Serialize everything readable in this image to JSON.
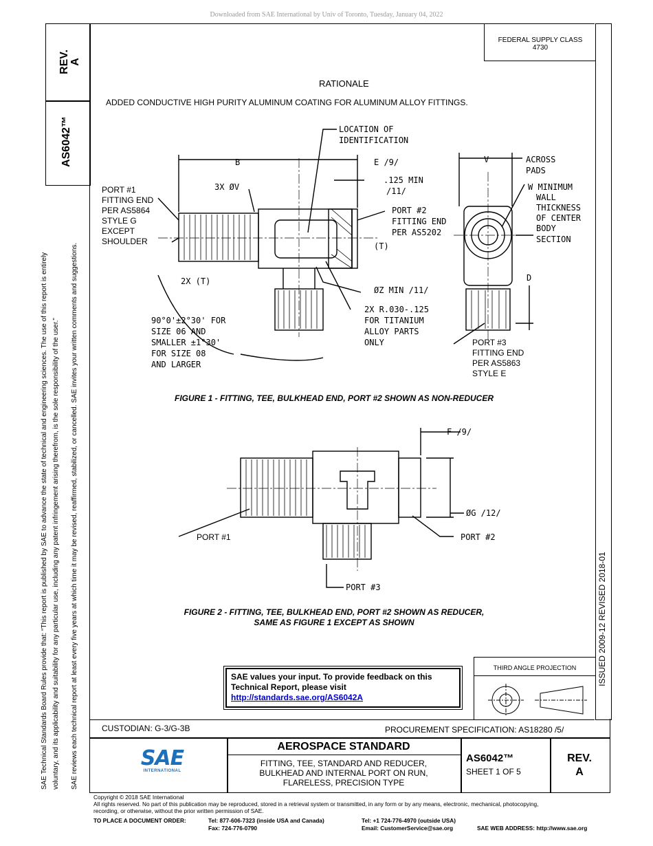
{
  "download_notice": "Downloaded from SAE International by Univ of Toronto, Tuesday, January 04, 2022",
  "side_tab": {
    "rev": "REV.",
    "rev_letter": "A",
    "doc_number": "AS6042™"
  },
  "left_notice": {
    "line1": "SAE Technical Standards Board Rules provide that: “This report is published by SAE to advance the state of technical and engineering sciences. The use of this report is entirely",
    "line2": "voluntary, and its applicability and suitability for any particular use, including any patent infringement arising therefrom, is the sole responsibility of the user.”",
    "line3": "SAE reviews each technical report at least every five years at which time it may be revised, reaffirmed, stabilized, or cancelled. SAE invites your written comments and suggestions."
  },
  "supply_class": {
    "line1": "FEDERAL SUPPLY CLASS",
    "line2": "4730"
  },
  "right_strip": "ISSUED 2009-12     REVISED 2018-01",
  "rationale": {
    "title": "RATIONALE",
    "text": "ADDED CONDUCTIVE HIGH PURITY ALUMINUM COATING FOR ALUMINUM ALLOY FITTINGS."
  },
  "figure1": {
    "caption": "FIGURE 1 - FITTING, TEE, BULKHEAD END, PORT #2 SHOWN AS NON-REDUCER",
    "location_id": [
      "LOCATION OF",
      "IDENTIFICATION"
    ],
    "dim_b": "B",
    "dim_e": "E /9/",
    "dim_125": [
      ".125 MIN",
      "/11/"
    ],
    "dim_v3x": "3X ØV",
    "port1": [
      "PORT #1",
      "FITTING END",
      "PER AS5864",
      "STYLE G",
      "EXCEPT",
      "SHOULDER"
    ],
    "port2": [
      "PORT #2",
      "FITTING END",
      "PER AS5202"
    ],
    "dim_t": "(T)",
    "dim_2xt": "2X (T)",
    "dim_z": "ØZ MIN /11/",
    "radius": [
      "2X R.030-.125",
      "FOR TITANIUM",
      "ALLOY PARTS",
      "ONLY"
    ],
    "angle": [
      "90°0'±2°30' FOR",
      "SIZE 06 AND",
      "SMALLER ±1°30'",
      "FOR SIZE 08",
      "AND LARGER"
    ],
    "dim_v": "V",
    "across": [
      "ACROSS",
      "PADS"
    ],
    "wall": [
      "W MINIMUM",
      "WALL",
      "THICKNESS",
      "OF CENTER",
      "BODY",
      "SECTION"
    ],
    "dim_d": "D",
    "port3": [
      "PORT #3",
      "FITTING END",
      "PER AS5863",
      "STYLE E"
    ]
  },
  "figure2": {
    "caption_line1": "FIGURE 2 - FITTING, TEE, BULKHEAD END, PORT #2 SHOWN AS REDUCER,",
    "caption_line2": "SAME AS FIGURE 1 EXCEPT AS SHOWN",
    "dim_f": "F /9/",
    "dim_g": "ØG /12/",
    "port1": "PORT #1",
    "port2": "PORT #2",
    "port3": "PORT #3"
  },
  "feedback": {
    "line1": "SAE values your input. To provide feedback on this",
    "line2": "Technical Report, please visit",
    "link": "http://standards.sae.org/AS6042A"
  },
  "third_angle": "THIRD ANGLE PROJECTION",
  "custodian": "CUSTODIAN: G-3/G-3B",
  "procurement": "PROCUREMENT SPECIFICATION: AS18280 /5/",
  "title_block": {
    "logo_text": "SAE",
    "logo_sub": "INTERNATIONAL",
    "heading": "AEROSPACE STANDARD",
    "line1": "FITTING, TEE, STANDARD AND REDUCER,",
    "line2": "BULKHEAD AND INTERNAL PORT ON RUN,",
    "line3": "FLARELESS, PRECISION TYPE",
    "doc_number": "AS6042™",
    "sheet": "SHEET 1 OF 5",
    "rev_label": "REV.",
    "rev_letter": "A"
  },
  "footer": {
    "copyright": "Copyright © 2018 SAE International",
    "rights1": "All rights reserved. No part of this publication may be reproduced, stored in a retrieval system or transmitted, in any form or by any means, electronic, mechanical, photocopying,",
    "rights2": "recording, or otherwise, without the prior written permission of SAE.",
    "order_label": "TO PLACE A DOCUMENT ORDER:",
    "tel_usa": "Tel:  877-606-7323 (inside USA and Canada)",
    "fax": "Fax: 724-776-0790",
    "tel_outside": "Tel:  +1 724-776-4970 (outside USA)",
    "email": "Email: CustomerService@sae.org",
    "web": "SAE WEB ADDRESS: http://www.sae.org"
  },
  "colors": {
    "link": "#0000cc",
    "logo": "#1d6fb8",
    "watermark": "#9a9a9a"
  }
}
